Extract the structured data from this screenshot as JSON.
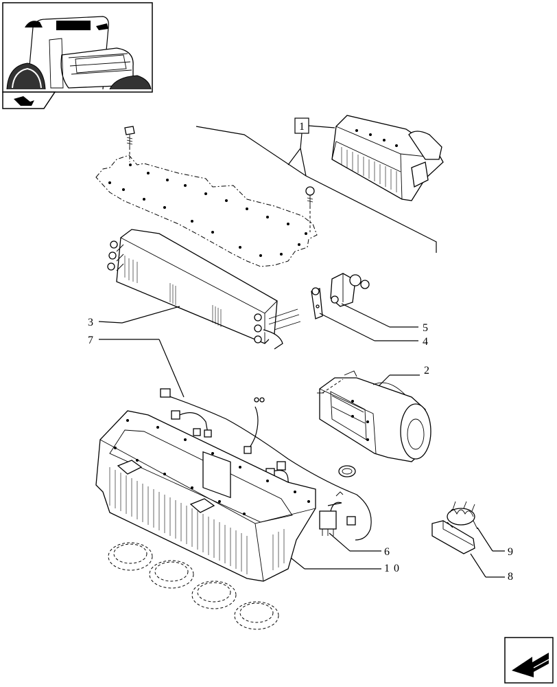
{
  "diagram": {
    "assembly_ref_label": "1",
    "callouts": [
      {
        "id": "callout-2",
        "label": "2"
      },
      {
        "id": "callout-3",
        "label": "3"
      },
      {
        "id": "callout-4",
        "label": "4"
      },
      {
        "id": "callout-5",
        "label": "5"
      },
      {
        "id": "callout-6",
        "label": "6"
      },
      {
        "id": "callout-7",
        "label": "7"
      },
      {
        "id": "callout-8",
        "label": "8"
      },
      {
        "id": "callout-9",
        "label": "9"
      },
      {
        "id": "callout-10",
        "label": "1 0"
      }
    ]
  },
  "icons": {
    "thumbnail": "tractor-cab-thumbnail-icon",
    "small_nav": "cab-view-icon",
    "next_page": "next-page-arrow-icon"
  }
}
